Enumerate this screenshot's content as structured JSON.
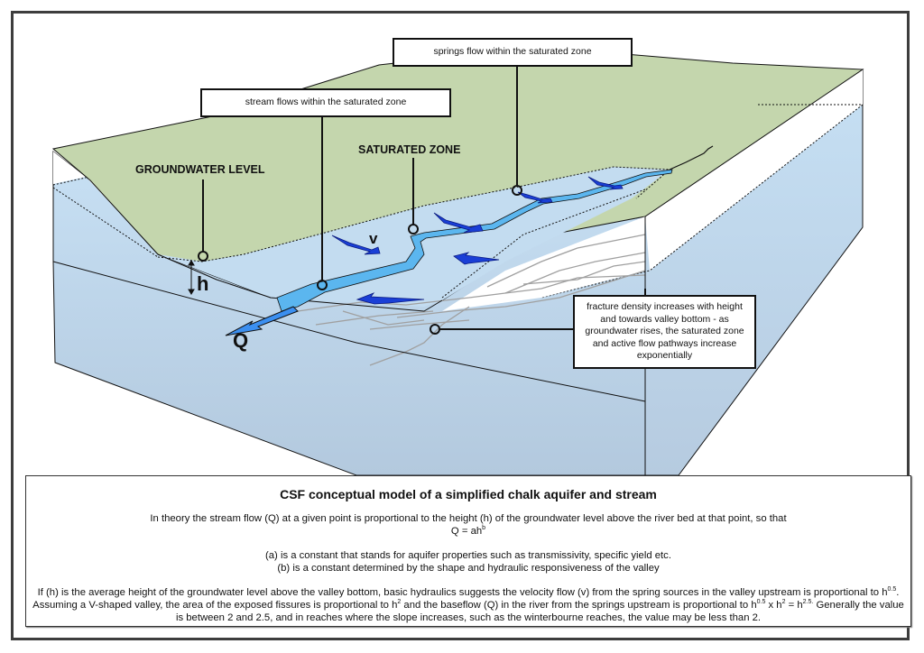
{
  "diagram": {
    "title": "CSF conceptual model of a simplified chalk aquifer and stream",
    "callouts": {
      "springs": "springs flow within the saturated zone",
      "stream": "stream flows within the saturated zone",
      "fracture": "fracture density increases with height and towards valley bottom - as groundwater rises, the saturated zone and active flow pathways increase exponentially"
    },
    "labels": {
      "groundwater_level": "GROUNDWATER LEVEL",
      "saturated_zone": "SATURATED ZONE",
      "h": "h",
      "v": "v",
      "q": "Q"
    },
    "colors": {
      "land_surface": "#c4d6ad",
      "saturated_zone": "#c3dcf0",
      "block_side": "#bcd3e8",
      "stream": "#5bb6ef",
      "flow_arrow": "#1a3fd6",
      "fracture": "#a0a0a0",
      "frame": "#3d3d3d"
    }
  },
  "caption": {
    "title": "CSF conceptual model of a simplified chalk aquifer and stream",
    "p1_line1": "In theory the stream flow (Q) at a given point is proportional to the height (h) of the groundwater level above the river bed at that point, so that",
    "p1_eq_base": "Q = ah",
    "p1_eq_exp": "b",
    "p2_line1": "(a) is a constant that stands for aquifer properties such as transmissivity, specific yield etc.",
    "p2_line2": "(b) is a constant determined by the shape and hydraulic responsiveness of the valley",
    "p3_a": "If (h) is the average height of the groundwater level above the valley bottom, basic hydraulics suggests the velocity flow (v) from the spring sources in the valley upstream is proportional to h",
    "p3_exp1": "0.5",
    "p3_b": ". Assuming a V-shaped valley, the area of the exposed fissures is proportional to h",
    "p3_exp2": "2",
    "p3_c": " and the baseflow (Q) in the river from the springs upstream is proportional to h",
    "p3_exp3": "0.5",
    "p3_d": " x h",
    "p3_exp4": "2",
    "p3_e": " = h",
    "p3_exp5": "2.5.",
    "p3_f": " Generally the value is between 2 and 2.5, and in reaches where the slope increases, such as the winterbourne reaches, the value may be less than 2."
  }
}
